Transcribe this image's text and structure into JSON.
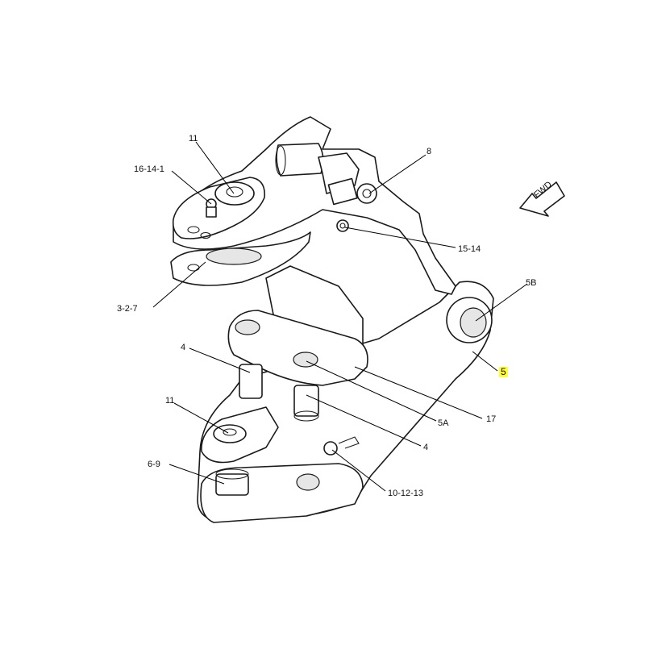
{
  "direction_label": "FWD",
  "callouts": {
    "c11_top": "11",
    "c16_14_1": "16-14-1",
    "c8": "8",
    "c15_14": "15-14",
    "c5b": "5B",
    "c3_2_7": "3-2-7",
    "c5": "5",
    "c4_left": "4",
    "c17": "17",
    "c5a": "5A",
    "c11_bottom": "11",
    "c4_right": "4",
    "c6_9": "6-9",
    "c10_12_13": "10-12-13"
  },
  "colors": {
    "highlight": "#ffff33",
    "line": "#1a1a1a"
  }
}
